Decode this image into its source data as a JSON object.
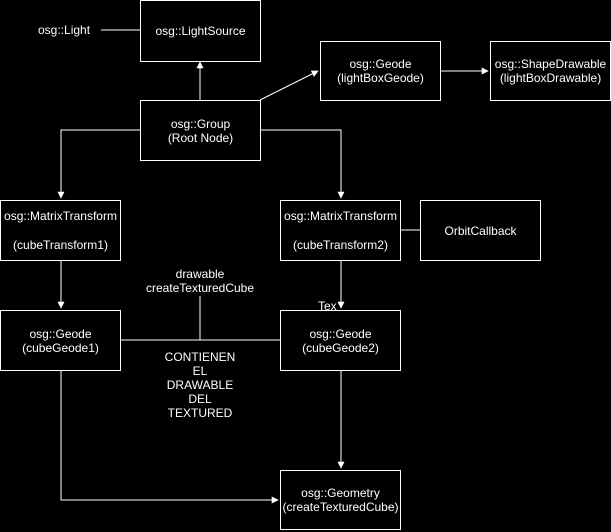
{
  "nodes": {
    "light": "osg::Light",
    "light_source": "osg::LightSource",
    "geode_light": {
      "type": "osg::Geode",
      "name": "(lightBoxGeode)"
    },
    "shape_drawable": {
      "type": "osg::ShapeDrawable",
      "name": "(lightBoxDrawable)"
    },
    "group": {
      "type": "osg::Group",
      "name": "(Root Node)"
    },
    "transform1": {
      "type": "osg::MatrixTransform",
      "name": "(cubeTransform1)"
    },
    "transform2": {
      "type": "osg::MatrixTransform",
      "name": "(cubeTransform2)"
    },
    "orbit_callback": "OrbitCallback",
    "geode1": {
      "type": "osg::Geode",
      "name": "(cubeGeode1)"
    },
    "geode2": {
      "type": "osg::Geode",
      "name": "(cubeGeode2)"
    },
    "geometry": {
      "type": "osg::Geometry",
      "name": "(createTexturedCube)"
    }
  },
  "labels": {
    "drawable_line1": "drawable",
    "drawable_line2": "createTexturedCube",
    "tex": "Tex",
    "contienen": [
      "CONTIENEN",
      "EL",
      "DRAWABLE",
      "DEL",
      "TEXTURED"
    ]
  }
}
